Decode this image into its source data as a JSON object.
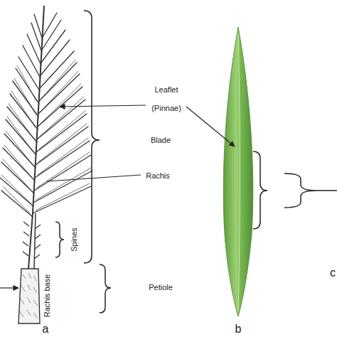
{
  "diagram": {
    "labels": [
      "Leaflet",
      "(Pinnae)",
      "Blade",
      "Rachis",
      "Spines",
      "Rachis base",
      "Petiole",
      "a",
      "b",
      "c"
    ]
  }
}
